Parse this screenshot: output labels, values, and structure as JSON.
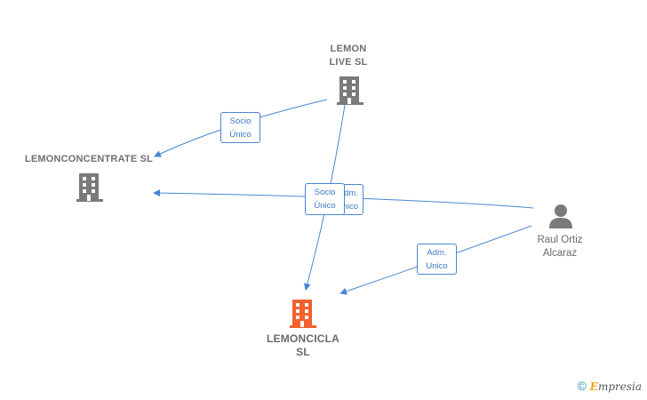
{
  "colors": {
    "edge": "#4a86d0",
    "company_icon": "#7a7a7a",
    "focus_company_icon": "#f2622e",
    "person_icon": "#7a7a7a"
  },
  "nodes": {
    "lemon_live": {
      "label": "LEMON\nLIVE  SL",
      "icon": "building-icon"
    },
    "lemonconcentrate": {
      "label": "LEMONCONCENTRATE SL",
      "icon": "building-icon"
    },
    "lemoncicla": {
      "label": "LEMONCICLA\nSL",
      "icon": "building-icon"
    },
    "raul": {
      "label": "Raul Ortiz\nAlcaraz",
      "icon": "person-icon"
    }
  },
  "edges": [
    {
      "from": "LEMON LIVE SL",
      "to": "LEMONCONCENTRATE SL",
      "label": "Socio\nÚnico"
    },
    {
      "from": "LEMON LIVE SL",
      "to": "LEMONCICLA SL",
      "label": "Socio\nÚnico"
    },
    {
      "from": "Raul Ortiz Alcaraz",
      "to": "LEMONCONCENTRATE SL",
      "label": "Adm.\nUnico"
    },
    {
      "from": "Raul Ortiz Alcaraz",
      "to": "LEMONCICLA SL",
      "label": "Adm.\nUnico"
    }
  ],
  "footer": {
    "copyright": "©",
    "brand_first": "E",
    "brand_rest": "mpresia"
  }
}
